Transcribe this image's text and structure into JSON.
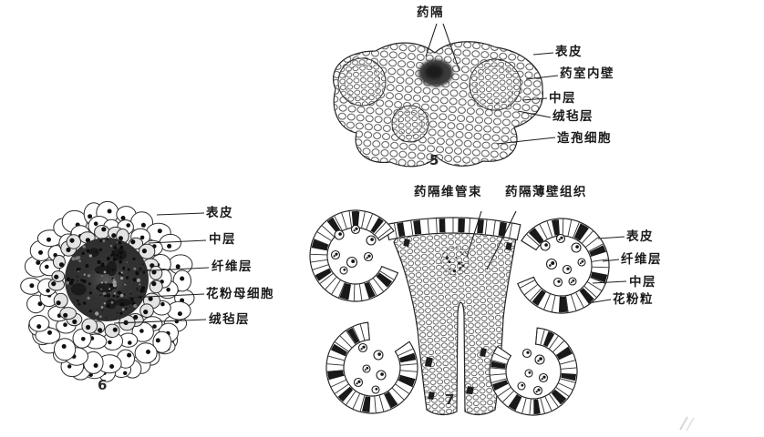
{
  "figure5": {
    "number": "5",
    "connective_label": "药隔",
    "right_labels": {
      "epidermis": "表皮",
      "endothecium": "药室内壁",
      "middle_layer": "中层",
      "tapetum": "绒毡层",
      "sporogenous_cells": "造孢细胞"
    }
  },
  "figure6": {
    "number": "6",
    "labels": {
      "epidermis": "表皮",
      "middle_layer": "中层",
      "fibrous_layer": "纤维层",
      "pollen_mother_cells": "花粉母细胞",
      "tapetum": "绒毡层"
    }
  },
  "figure7": {
    "number": "7",
    "top_labels": {
      "connective_vascular_bundle": "药隔维管束",
      "connective_parenchyma": "药隔薄壁组织"
    },
    "right_labels": {
      "epidermis": "表皮",
      "fibrous_layer": "纤维层",
      "middle_layer": "中层",
      "pollen_grains": "花粉粒"
    }
  },
  "colors": {
    "ink": "#1f1f1f",
    "paper": "#ffffff"
  }
}
